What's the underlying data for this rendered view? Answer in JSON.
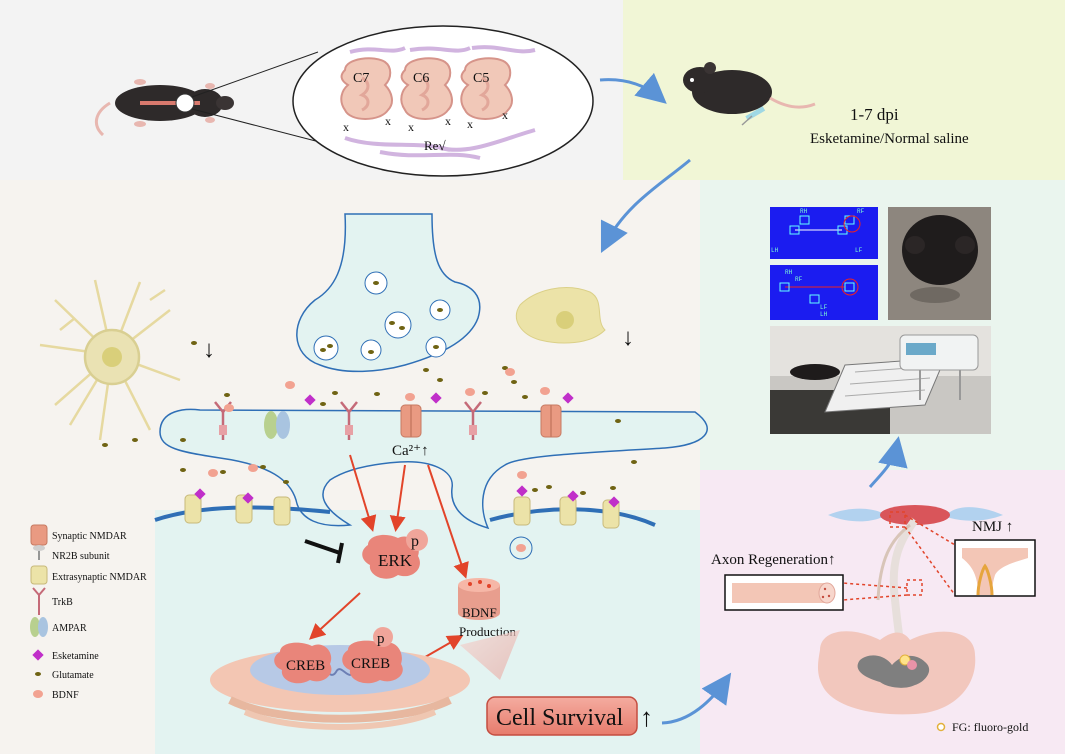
{
  "top_panel": {
    "segments": [
      "C7",
      "C6",
      "C5"
    ],
    "cut_marks": [
      "x",
      "x",
      "x",
      "x",
      "x",
      "x"
    ],
    "rev_label": "Re√"
  },
  "treatment": {
    "dpi_label": "1-7 dpi",
    "drug_label": "Esketamine/Normal saline"
  },
  "synapse": {
    "calcium_label": "Ca²⁺↑",
    "erk_label": "ERK",
    "phospho_label": "p",
    "creb_label": "CREB",
    "bdnf_label": "BDNF",
    "production_label": "Production",
    "cell_survival_label": "Cell Survival",
    "up_arrow": "↑",
    "down_arrow": "↓"
  },
  "legend": {
    "items": [
      {
        "label": "Synaptic NMDAR",
        "icon": "synaptic-nmdar-icon"
      },
      {
        "label": "NR2B subunit",
        "icon": "nr2b-subunit-icon"
      },
      {
        "label": "Extrasynaptic NMDAR",
        "icon": "extrasynaptic-nmdar-icon"
      },
      {
        "label": "TrkB",
        "icon": "trkb-icon"
      },
      {
        "label": "AMPAR",
        "icon": "ampar-icon"
      },
      {
        "label": "Esketamine",
        "icon": "esketamine-icon"
      },
      {
        "label": "Glutamate",
        "icon": "glutamate-icon"
      },
      {
        "label": "BDNF",
        "icon": "bdnf-icon"
      }
    ]
  },
  "behavior": {
    "gait_labels": [
      "RH",
      "RF",
      "LH",
      "LF"
    ]
  },
  "regeneration": {
    "nmj_label": "NMJ ↑",
    "axon_label": "Axon Regeneration↑",
    "fg_label": "FG: fluoro-gold"
  },
  "colors": {
    "top_bg": "#f3f3f3",
    "treatment_bg": "#f1f6d6",
    "main_bg": "#f6f3ef",
    "cleft_bg": "#e3f3f1",
    "behavior_bg": "#eaf5ee",
    "regen_bg": "#f7e9f3",
    "nmdar": "#e99a82",
    "arrow_red": "#e2442a",
    "arrow_blue": "#5b93d6",
    "esketamine": "#c02fc9",
    "glutamate": "#6f6313",
    "bdnf_dot": "#f2a291",
    "membrane": "#2f6fb6"
  }
}
